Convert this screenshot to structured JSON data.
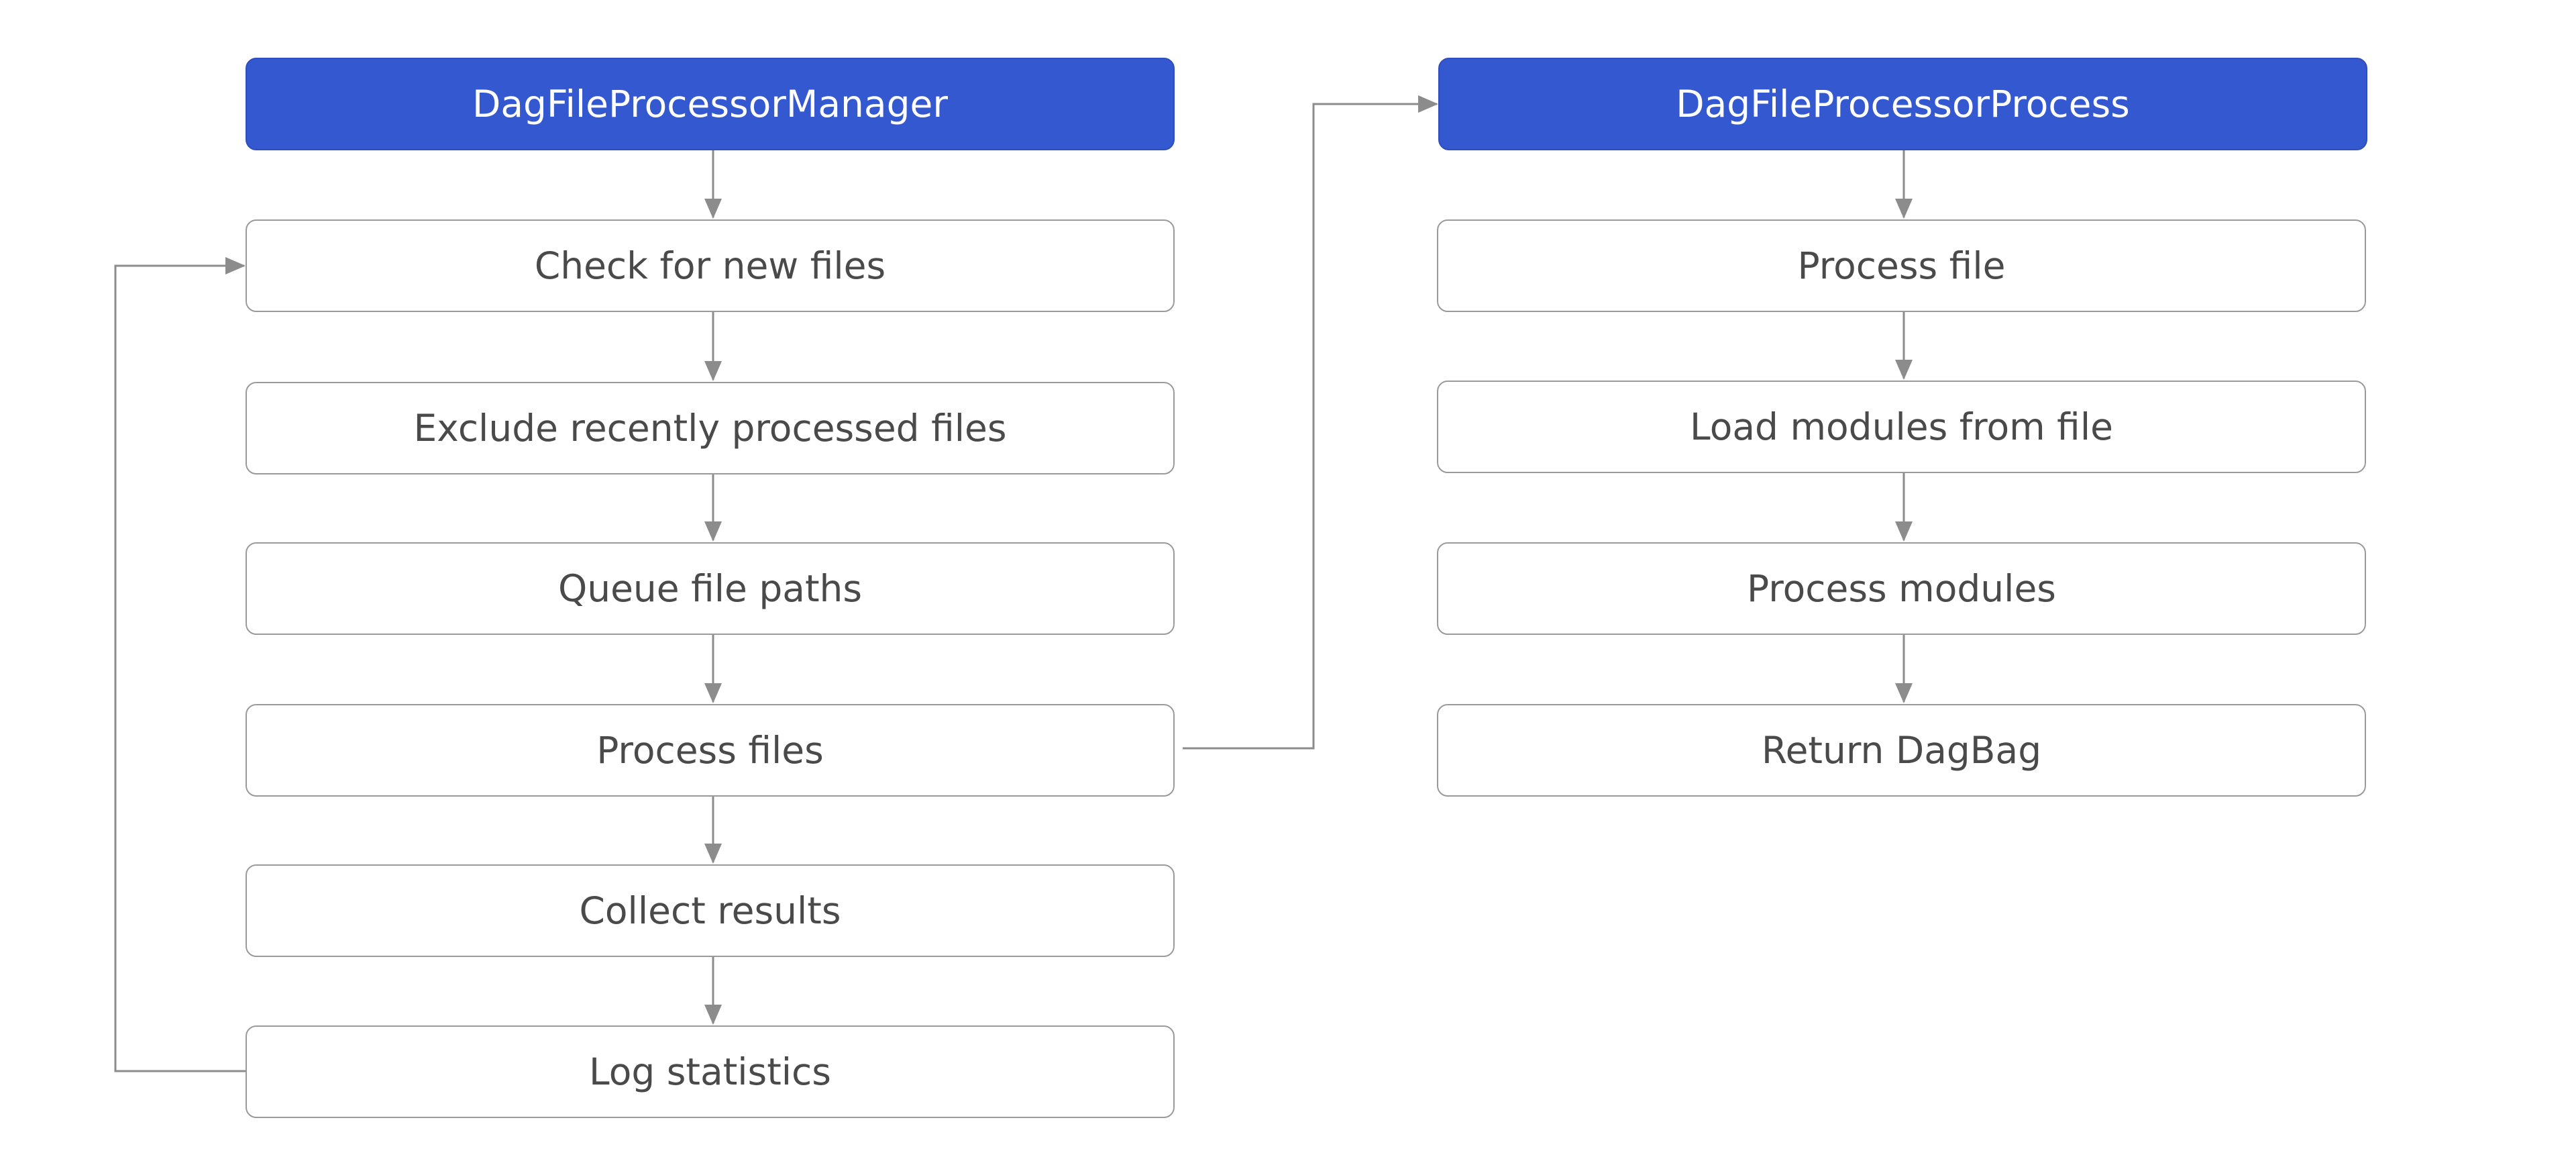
{
  "diagram": {
    "manager": {
      "title": "DagFileProcessorManager",
      "steps": [
        "Check for new files",
        "Exclude recently processed files",
        "Queue file paths",
        "Process files",
        "Collect results",
        "Log statistics"
      ]
    },
    "process": {
      "title": "DagFileProcessorProcess",
      "steps": [
        "Process file",
        "Load modules from file",
        "Process modules",
        "Return DagBag"
      ]
    }
  },
  "colors": {
    "header_fill": "#3458cf",
    "header_text": "#ffffff",
    "step_border": "#9a9a9a",
    "step_text": "#4a4a4a",
    "connector": "#8c8c8c"
  }
}
